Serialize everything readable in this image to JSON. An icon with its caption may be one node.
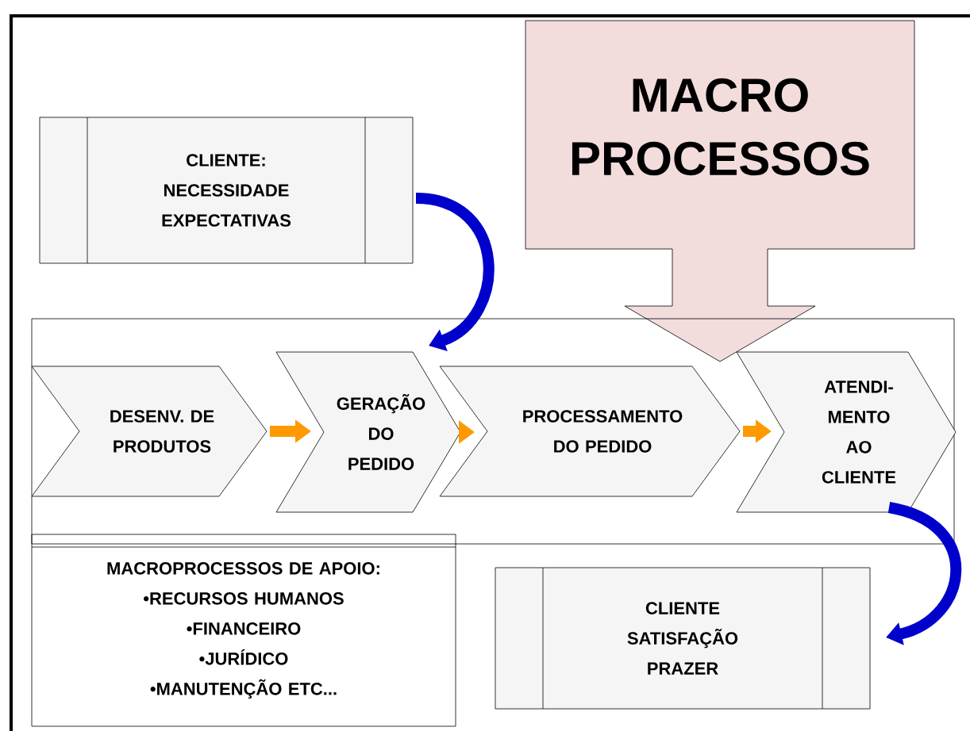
{
  "diagram": {
    "nodes": [
      {
        "text": [
          "CLIENTE: NECESSIDADE EXPECTATIVAS"
        ]
      },
      {
        "text": [
          "MACRO PROCESSOS"
        ]
      },
      {
        "text": [],
        "shape": "box"
      },
      {
        "text": [
          "DESENV. DE PRODUTOS"
        ],
        "in": 2
      },
      {
        "text": [
          "GERAÇÃO DO PEDIDO"
        ],
        "in": 2
      },
      {
        "text": [
          "PROCESSAMENTO DO PEDIDO"
        ],
        "in": 2
      },
      {
        "text": [
          "ATENDI- MENTO AO CLIENTE"
        ],
        "in": 2
      },
      {
        "text": [
          "MACROPROCESSOS DE APOIO:",
          "•RECURSOS HUMANOS",
          "•FINANCEIRO",
          "•JURÍDICO",
          "•MANUTENÇÃO ETC..."
        ]
      },
      {
        "text": [
          "CLIENTE SATISFAÇÃO PRAZER"
        ]
      }
    ],
    "edges": [
      {
        "from": 0,
        "to": 4,
        "arrow": "to",
        "color": "#0000cc"
      },
      {
        "from": 3,
        "to": 4,
        "arrow": "to",
        "color": "#ff9900"
      },
      {
        "from": 4,
        "to": 5,
        "arrow": "to",
        "color": "#ff9900"
      },
      {
        "from": 5,
        "to": 6,
        "arrow": "to",
        "color": "#ff9900"
      },
      {
        "from": 6,
        "to": 8,
        "arrow": "to",
        "color": "#0000cc"
      }
    ]
  }
}
